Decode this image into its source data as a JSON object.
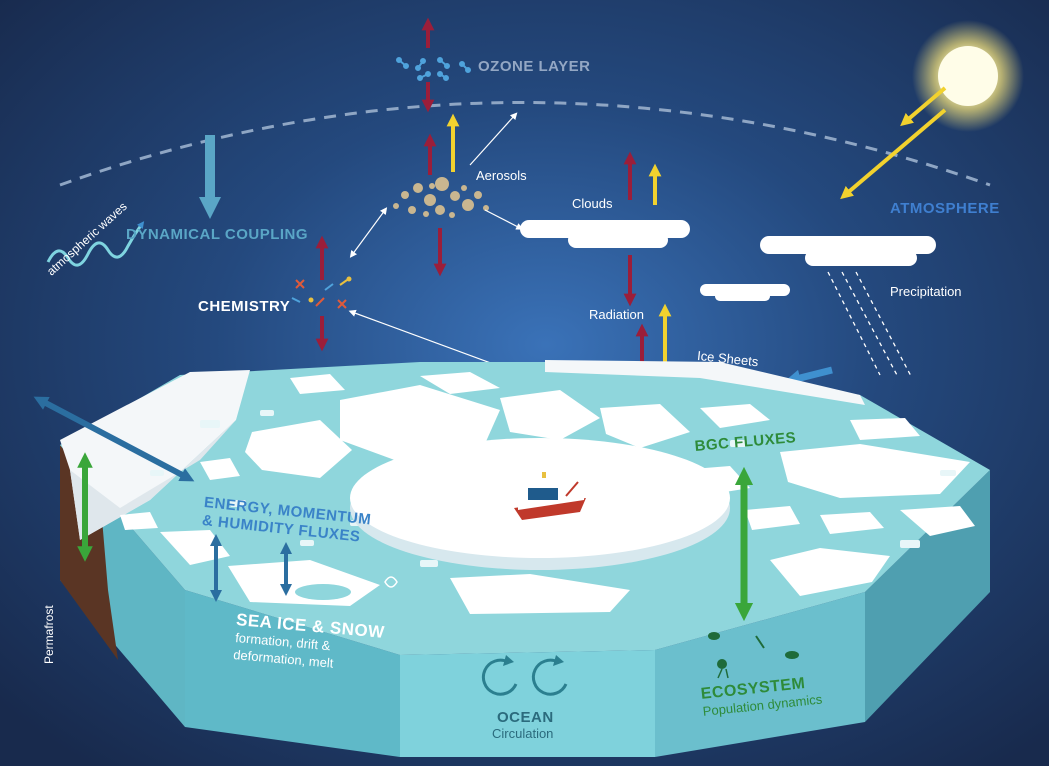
{
  "atmosphere": {
    "ozone_layer": "OZONE LAYER",
    "atmosphere_label": "ATMOSPHERE",
    "aerosols": "Aerosols",
    "clouds": "Clouds",
    "radiation": "Radiation",
    "precipitation": "Precipitation",
    "chemistry": "CHEMISTRY",
    "dynamical_coupling": "DYNAMICAL COUPLING",
    "atmospheric_waves": "atmospheric waves"
  },
  "surface": {
    "ice_sheets": "Ice Sheets",
    "bgc_fluxes": "BGC FLUXES",
    "energy_line1": "ENERGY, MOMENTUM",
    "energy_line2": "& HUMIDITY FLUXES",
    "permafrost": "Permafrost"
  },
  "sea_ice": {
    "title": "SEA ICE & SNOW",
    "line1": "formation, drift &",
    "line2": "deformation, melt"
  },
  "ocean": {
    "title": "OCEAN",
    "subtitle": "Circulation"
  },
  "ecosystem": {
    "title": "ECOSYSTEM",
    "subtitle": "Population dynamics"
  },
  "colors": {
    "sky_top": "#1a2c52",
    "sky_glow": "#2f64a8",
    "ice_water": "#8fd6dc",
    "ocean_side": "#6cc3cf",
    "ice_white": "#ffffff",
    "label_blue": "#3a83c8",
    "label_green": "#2e8b3a",
    "arrow_red": "#9b1e3a",
    "arrow_yellow": "#f2d22e",
    "arrow_green": "#3aa63a",
    "arrow_blue": "#2b6ea0"
  },
  "icons": [
    "sun-icon",
    "ship-icon",
    "circulation-arrows-icon",
    "plankton-icon",
    "molecule-icon"
  ]
}
